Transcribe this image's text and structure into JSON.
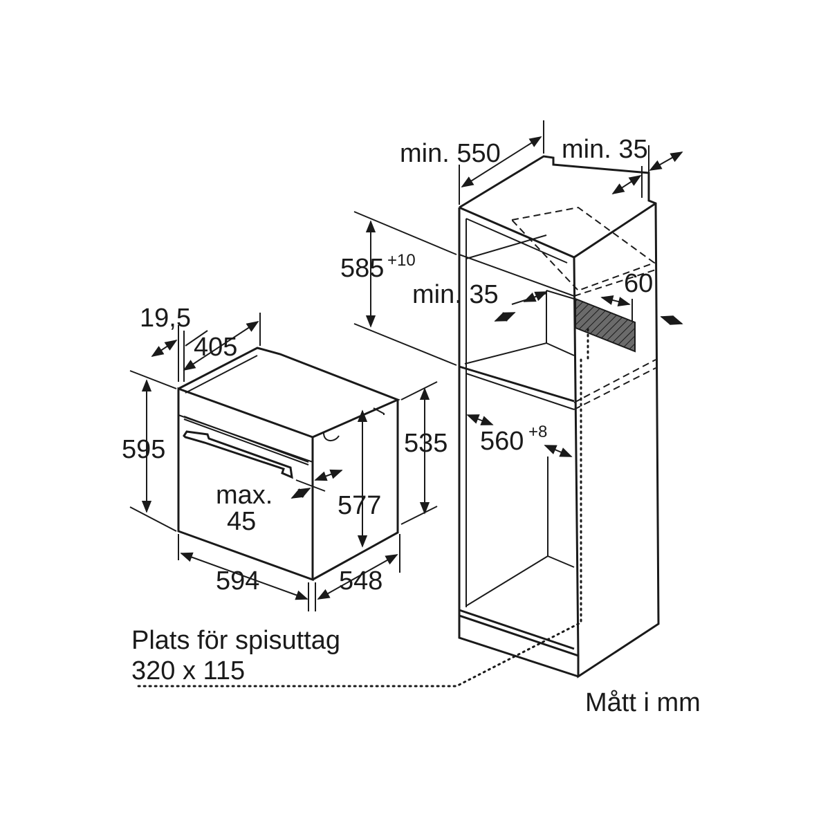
{
  "oven": {
    "dim_trim_depth": "19,5",
    "dim_depth_top": "405",
    "dim_height": "595",
    "dim_height_body": "535",
    "dim_handle_max_line1": "max.",
    "dim_handle_max_line2": "45",
    "dim_inner_height": "577",
    "dim_width": "594",
    "dim_depth": "548"
  },
  "cabinet": {
    "dim_depth_min": "min. 550",
    "dim_rear_gap": "min. 35",
    "dim_niche_height": "585",
    "dim_niche_height_tol": "+10",
    "dim_shelf_gap": "min. 35",
    "dim_vent": "60",
    "dim_niche_width": "560",
    "dim_niche_width_tol": "+8"
  },
  "socket_note": {
    "line1": "Plats för spisuttag",
    "line2": "320 x 115"
  },
  "units_note": "Mått i mm"
}
